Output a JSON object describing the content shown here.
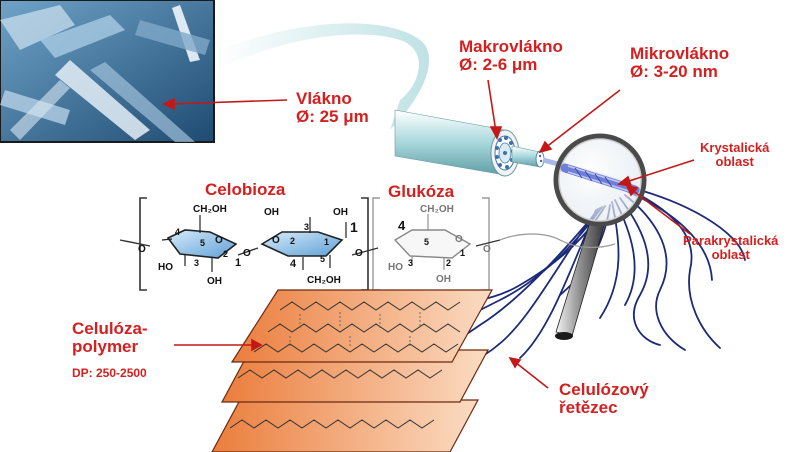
{
  "labels": {
    "fiber": {
      "name": "Vlákno",
      "size": "Ø: 25 μm"
    },
    "macrofibril": {
      "name": "Makrovlákno",
      "size": "Ø: 2-6 μm"
    },
    "microfibril": {
      "name": "Mikrovlákno",
      "size": "Ø: 3-20 nm"
    },
    "crystalline_line1": "Krystalická",
    "crystalline_line2": "oblast",
    "paracrystalline_line1": "Parakrystalická",
    "paracrystalline_line2": "oblast",
    "cellobiose": "Celobioza",
    "glucose": "Glukóza",
    "polymer_line1": "Celulóza-",
    "polymer_line2": "polymer",
    "polymer_dp": "DP: 250-2500",
    "chain_line1": "Celulózový",
    "chain_line2": "řetězec"
  },
  "chemistry": {
    "ch2oh": "CH₂OH",
    "oh": "OH",
    "ho": "HO",
    "o": "O",
    "numbers": [
      "1",
      "2",
      "3",
      "4",
      "5"
    ]
  },
  "colors": {
    "label_red": "#d42020",
    "ring_blue": "#7eb7e6",
    "sheet_orange": "#f2a064",
    "fiber_teal": "#a8d8dc",
    "strand_navy": "#1c2a7a"
  },
  "icons": [
    "magnifying-glass-icon",
    "sem-micrograph"
  ]
}
